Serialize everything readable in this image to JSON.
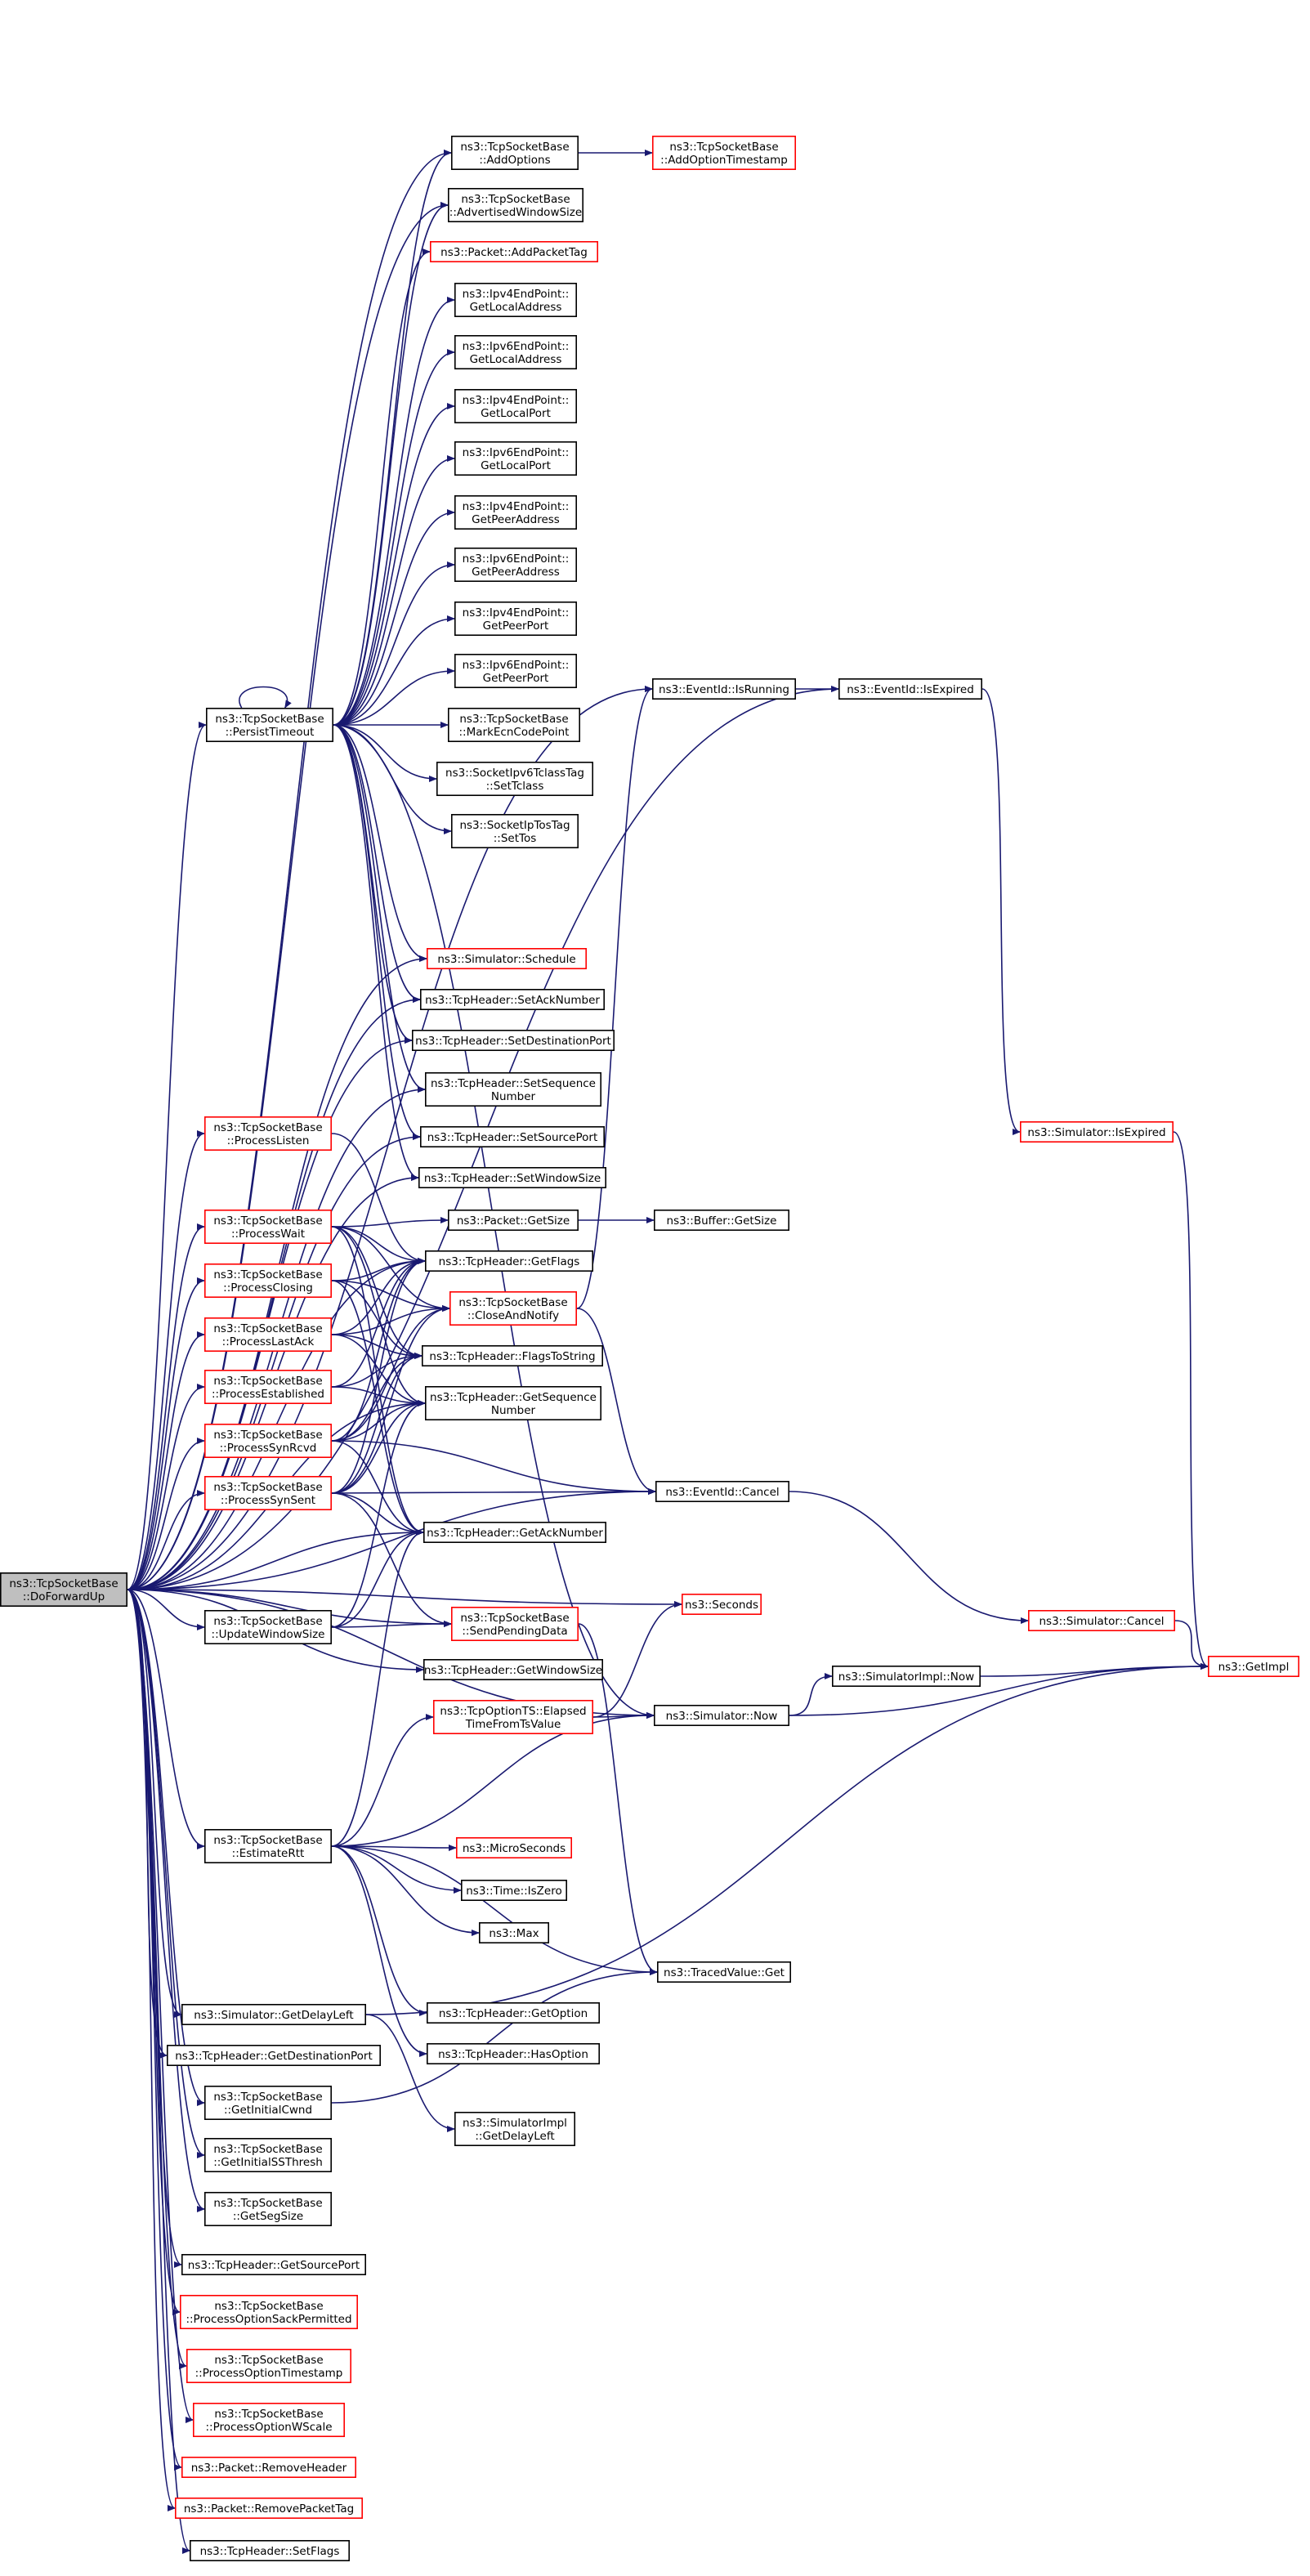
{
  "diagram": {
    "title": "",
    "nodes": [
      {
        "id": "root",
        "lines": [
          "ns3::TcpSocketBase",
          "::DoForwardUp"
        ],
        "style": "root"
      },
      {
        "id": "addOptions",
        "lines": [
          "ns3::TcpSocketBase",
          "::AddOptions"
        ],
        "style": "black"
      },
      {
        "id": "addOptionTimestamp",
        "lines": [
          "ns3::TcpSocketBase",
          "::AddOptionTimestamp"
        ],
        "style": "red"
      },
      {
        "id": "advertisedWindowSize",
        "lines": [
          "ns3::TcpSocketBase",
          "::AdvertisedWindowSize"
        ],
        "style": "black"
      },
      {
        "id": "addPacketTag",
        "lines": [
          "ns3::Packet::AddPacketTag"
        ],
        "style": "red"
      },
      {
        "id": "ipv4LocalAddr",
        "lines": [
          "ns3::Ipv4EndPoint::",
          "GetLocalAddress"
        ],
        "style": "black"
      },
      {
        "id": "ipv6LocalAddr",
        "lines": [
          "ns3::Ipv6EndPoint::",
          "GetLocalAddress"
        ],
        "style": "black"
      },
      {
        "id": "ipv4LocalPort",
        "lines": [
          "ns3::Ipv4EndPoint::",
          "GetLocalPort"
        ],
        "style": "black"
      },
      {
        "id": "ipv6LocalPort",
        "lines": [
          "ns3::Ipv6EndPoint::",
          "GetLocalPort"
        ],
        "style": "black"
      },
      {
        "id": "ipv4PeerAddr",
        "lines": [
          "ns3::Ipv4EndPoint::",
          "GetPeerAddress"
        ],
        "style": "black"
      },
      {
        "id": "ipv6PeerAddr",
        "lines": [
          "ns3::Ipv6EndPoint::",
          "GetPeerAddress"
        ],
        "style": "black"
      },
      {
        "id": "ipv4PeerPort",
        "lines": [
          "ns3::Ipv4EndPoint::",
          "GetPeerPort"
        ],
        "style": "black"
      },
      {
        "id": "ipv6PeerPort",
        "lines": [
          "ns3::Ipv6EndPoint::",
          "GetPeerPort"
        ],
        "style": "black"
      },
      {
        "id": "markEcn",
        "lines": [
          "ns3::TcpSocketBase",
          "::MarkEcnCodePoint"
        ],
        "style": "black"
      },
      {
        "id": "setTclass",
        "lines": [
          "ns3::SocketIpv6TclassTag",
          "::SetTclass"
        ],
        "style": "black"
      },
      {
        "id": "setTos",
        "lines": [
          "ns3::SocketIpTosTag",
          "::SetTos"
        ],
        "style": "black"
      },
      {
        "id": "persistTimeout",
        "lines": [
          "ns3::TcpSocketBase",
          "::PersistTimeout"
        ],
        "style": "black"
      },
      {
        "id": "isRunning",
        "lines": [
          "ns3::EventId::IsRunning"
        ],
        "style": "black"
      },
      {
        "id": "isExpiredEvt",
        "lines": [
          "ns3::EventId::IsExpired"
        ],
        "style": "black"
      },
      {
        "id": "schedule",
        "lines": [
          "ns3::Simulator::Schedule"
        ],
        "style": "red"
      },
      {
        "id": "setAckNumber",
        "lines": [
          "ns3::TcpHeader::SetAckNumber"
        ],
        "style": "black"
      },
      {
        "id": "setDestPort",
        "lines": [
          "ns3::TcpHeader::SetDestinationPort"
        ],
        "style": "black"
      },
      {
        "id": "setSeqNumber",
        "lines": [
          "ns3::TcpHeader::SetSequence",
          "Number"
        ],
        "style": "black"
      },
      {
        "id": "setSourcePort",
        "lines": [
          "ns3::TcpHeader::SetSourcePort"
        ],
        "style": "black"
      },
      {
        "id": "setWindowSize",
        "lines": [
          "ns3::TcpHeader::SetWindowSize"
        ],
        "style": "black"
      },
      {
        "id": "simIsExpired",
        "lines": [
          "ns3::Simulator::IsExpired"
        ],
        "style": "red"
      },
      {
        "id": "processListen",
        "lines": [
          "ns3::TcpSocketBase",
          "::ProcessListen"
        ],
        "style": "red"
      },
      {
        "id": "processWait",
        "lines": [
          "ns3::TcpSocketBase",
          "::ProcessWait"
        ],
        "style": "red"
      },
      {
        "id": "processClosing",
        "lines": [
          "ns3::TcpSocketBase",
          "::ProcessClosing"
        ],
        "style": "red"
      },
      {
        "id": "processLastAck",
        "lines": [
          "ns3::TcpSocketBase",
          "::ProcessLastAck"
        ],
        "style": "red"
      },
      {
        "id": "processEstablished",
        "lines": [
          "ns3::TcpSocketBase",
          "::ProcessEstablished"
        ],
        "style": "red"
      },
      {
        "id": "processSynRcvd",
        "lines": [
          "ns3::TcpSocketBase",
          "::ProcessSynRcvd"
        ],
        "style": "red"
      },
      {
        "id": "processSynSent",
        "lines": [
          "ns3::TcpSocketBase",
          "::ProcessSynSent"
        ],
        "style": "red"
      },
      {
        "id": "packetGetSize",
        "lines": [
          "ns3::Packet::GetSize"
        ],
        "style": "black"
      },
      {
        "id": "bufferGetSize",
        "lines": [
          "ns3::Buffer::GetSize"
        ],
        "style": "black"
      },
      {
        "id": "getFlags",
        "lines": [
          "ns3::TcpHeader::GetFlags"
        ],
        "style": "black"
      },
      {
        "id": "closeAndNotify",
        "lines": [
          "ns3::TcpSocketBase",
          "::CloseAndNotify"
        ],
        "style": "red"
      },
      {
        "id": "flagsToString",
        "lines": [
          "ns3::TcpHeader::FlagsToString"
        ],
        "style": "black"
      },
      {
        "id": "getSeqNumber",
        "lines": [
          "ns3::TcpHeader::GetSequence",
          "Number"
        ],
        "style": "black"
      },
      {
        "id": "eventCancel",
        "lines": [
          "ns3::EventId::Cancel"
        ],
        "style": "black"
      },
      {
        "id": "getAckNumber",
        "lines": [
          "ns3::TcpHeader::GetAckNumber"
        ],
        "style": "black"
      },
      {
        "id": "updateWindowSize",
        "lines": [
          "ns3::TcpSocketBase",
          "::UpdateWindowSize"
        ],
        "style": "black"
      },
      {
        "id": "seconds",
        "lines": [
          "ns3::Seconds"
        ],
        "style": "red"
      },
      {
        "id": "simCancel",
        "lines": [
          "ns3::Simulator::Cancel"
        ],
        "style": "red"
      },
      {
        "id": "sendPendingData",
        "lines": [
          "ns3::TcpSocketBase",
          "::SendPendingData"
        ],
        "style": "red"
      },
      {
        "id": "simImplNow",
        "lines": [
          "ns3::SimulatorImpl::Now"
        ],
        "style": "black"
      },
      {
        "id": "getImpl",
        "lines": [
          "ns3::GetImpl"
        ],
        "style": "red"
      },
      {
        "id": "getWindowSize",
        "lines": [
          "ns3::TcpHeader::GetWindowSize"
        ],
        "style": "black"
      },
      {
        "id": "elapsedTime",
        "lines": [
          "ns3::TcpOptionTS::Elapsed",
          "TimeFromTsValue"
        ],
        "style": "red"
      },
      {
        "id": "simNow",
        "lines": [
          "ns3::Simulator::Now"
        ],
        "style": "black"
      },
      {
        "id": "estimateRtt",
        "lines": [
          "ns3::TcpSocketBase",
          "::EstimateRtt"
        ],
        "style": "black"
      },
      {
        "id": "microSeconds",
        "lines": [
          "ns3::MicroSeconds"
        ],
        "style": "red"
      },
      {
        "id": "timeIsZero",
        "lines": [
          "ns3::Time::IsZero"
        ],
        "style": "black"
      },
      {
        "id": "max",
        "lines": [
          "ns3::Max"
        ],
        "style": "black"
      },
      {
        "id": "tracedGet",
        "lines": [
          "ns3::TracedValue::Get"
        ],
        "style": "black"
      },
      {
        "id": "getOption",
        "lines": [
          "ns3::TcpHeader::GetOption"
        ],
        "style": "black"
      },
      {
        "id": "hasOption",
        "lines": [
          "ns3::TcpHeader::HasOption"
        ],
        "style": "black"
      },
      {
        "id": "getDelayLeft",
        "lines": [
          "ns3::Simulator::GetDelayLeft"
        ],
        "style": "black"
      },
      {
        "id": "getDestPort",
        "lines": [
          "ns3::TcpHeader::GetDestinationPort"
        ],
        "style": "black"
      },
      {
        "id": "simImplGetDelayLeft",
        "lines": [
          "ns3::SimulatorImpl",
          "::GetDelayLeft"
        ],
        "style": "black"
      },
      {
        "id": "getInitialCwnd",
        "lines": [
          "ns3::TcpSocketBase",
          "::GetInitialCwnd"
        ],
        "style": "black"
      },
      {
        "id": "getInitialSSThresh",
        "lines": [
          "ns3::TcpSocketBase",
          "::GetInitialSSThresh"
        ],
        "style": "black"
      },
      {
        "id": "getSegSize",
        "lines": [
          "ns3::TcpSocketBase",
          "::GetSegSize"
        ],
        "style": "black"
      },
      {
        "id": "getSourcePort",
        "lines": [
          "ns3::TcpHeader::GetSourcePort"
        ],
        "style": "black"
      },
      {
        "id": "procSackPermitted",
        "lines": [
          "ns3::TcpSocketBase",
          "::ProcessOptionSackPermitted"
        ],
        "style": "red"
      },
      {
        "id": "procTimestamp",
        "lines": [
          "ns3::TcpSocketBase",
          "::ProcessOptionTimestamp"
        ],
        "style": "red"
      },
      {
        "id": "procWScale",
        "lines": [
          "ns3::TcpSocketBase",
          "::ProcessOptionWScale"
        ],
        "style": "red"
      },
      {
        "id": "removeHeader",
        "lines": [
          "ns3::Packet::RemoveHeader"
        ],
        "style": "red"
      },
      {
        "id": "removePacketTag",
        "lines": [
          "ns3::Packet::RemovePacketTag"
        ],
        "style": "red"
      },
      {
        "id": "setFlags",
        "lines": [
          "ns3::TcpHeader::SetFlags"
        ],
        "style": "black"
      }
    ],
    "edges": [
      [
        "root",
        "addOptions"
      ],
      [
        "root",
        "isExpiredEvt"
      ],
      [
        "root",
        "isRunning"
      ],
      [
        "root",
        "persistTimeout"
      ],
      [
        "root",
        "schedule"
      ],
      [
        "root",
        "setAckNumber"
      ],
      [
        "root",
        "setDestPort"
      ],
      [
        "root",
        "setSeqNumber"
      ],
      [
        "root",
        "setSourcePort"
      ],
      [
        "root",
        "setWindowSize"
      ],
      [
        "root",
        "processListen"
      ],
      [
        "root",
        "processWait"
      ],
      [
        "root",
        "processClosing"
      ],
      [
        "root",
        "processLastAck"
      ],
      [
        "root",
        "processEstablished"
      ],
      [
        "root",
        "processSynRcvd"
      ],
      [
        "root",
        "processSynSent"
      ],
      [
        "root",
        "getFlags"
      ],
      [
        "root",
        "eventCancel"
      ],
      [
        "root",
        "getAckNumber"
      ],
      [
        "root",
        "updateWindowSize"
      ],
      [
        "root",
        "sendPendingData"
      ],
      [
        "root",
        "getWindowSize"
      ],
      [
        "root",
        "simNow"
      ],
      [
        "root",
        "estimateRtt"
      ],
      [
        "root",
        "getDelayLeft"
      ],
      [
        "root",
        "getDestPort"
      ],
      [
        "root",
        "getInitialCwnd"
      ],
      [
        "root",
        "getInitialSSThresh"
      ],
      [
        "root",
        "getSegSize"
      ],
      [
        "root",
        "getSourcePort"
      ],
      [
        "root",
        "procSackPermitted"
      ],
      [
        "root",
        "procTimestamp"
      ],
      [
        "root",
        "procWScale"
      ],
      [
        "root",
        "removeHeader"
      ],
      [
        "root",
        "removePacketTag"
      ],
      [
        "root",
        "setFlags"
      ],
      [
        "root",
        "advertisedWindowSize"
      ],
      [
        "root",
        "seconds"
      ],
      [
        "root",
        "getSeqNumber"
      ],
      [
        "addOptions",
        "addOptionTimestamp"
      ],
      [
        "persistTimeout",
        "addOptions"
      ],
      [
        "persistTimeout",
        "advertisedWindowSize"
      ],
      [
        "persistTimeout",
        "addPacketTag"
      ],
      [
        "persistTimeout",
        "ipv4LocalAddr"
      ],
      [
        "persistTimeout",
        "ipv6LocalAddr"
      ],
      [
        "persistTimeout",
        "ipv4LocalPort"
      ],
      [
        "persistTimeout",
        "ipv6LocalPort"
      ],
      [
        "persistTimeout",
        "ipv4PeerAddr"
      ],
      [
        "persistTimeout",
        "ipv6PeerAddr"
      ],
      [
        "persistTimeout",
        "ipv4PeerPort"
      ],
      [
        "persistTimeout",
        "ipv6PeerPort"
      ],
      [
        "persistTimeout",
        "markEcn"
      ],
      [
        "persistTimeout",
        "setTclass"
      ],
      [
        "persistTimeout",
        "setTos"
      ],
      [
        "persistTimeout",
        "schedule"
      ],
      [
        "persistTimeout",
        "setAckNumber"
      ],
      [
        "persistTimeout",
        "setDestPort"
      ],
      [
        "persistTimeout",
        "setSeqNumber"
      ],
      [
        "persistTimeout",
        "setSourcePort"
      ],
      [
        "persistTimeout",
        "setWindowSize"
      ],
      [
        "persistTimeout",
        "persistTimeout"
      ],
      [
        "persistTimeout",
        "simNow"
      ],
      [
        "isRunning",
        "isExpiredEvt"
      ],
      [
        "isExpiredEvt",
        "simIsExpired"
      ],
      [
        "simIsExpired",
        "getImpl"
      ],
      [
        "processListen",
        "getFlags"
      ],
      [
        "processWait",
        "packetGetSize"
      ],
      [
        "processWait",
        "getFlags"
      ],
      [
        "processWait",
        "closeAndNotify"
      ],
      [
        "processWait",
        "flagsToString"
      ],
      [
        "processWait",
        "getSeqNumber"
      ],
      [
        "processWait",
        "getAckNumber"
      ],
      [
        "processClosing",
        "getFlags"
      ],
      [
        "processClosing",
        "closeAndNotify"
      ],
      [
        "processClosing",
        "flagsToString"
      ],
      [
        "processClosing",
        "getAckNumber"
      ],
      [
        "processLastAck",
        "getFlags"
      ],
      [
        "processLastAck",
        "closeAndNotify"
      ],
      [
        "processLastAck",
        "flagsToString"
      ],
      [
        "processLastAck",
        "getSeqNumber"
      ],
      [
        "processEstablished",
        "getFlags"
      ],
      [
        "processEstablished",
        "flagsToString"
      ],
      [
        "processEstablished",
        "getSeqNumber"
      ],
      [
        "processSynRcvd",
        "getFlags"
      ],
      [
        "processSynRcvd",
        "closeAndNotify"
      ],
      [
        "processSynRcvd",
        "flagsToString"
      ],
      [
        "processSynRcvd",
        "getSeqNumber"
      ],
      [
        "processSynRcvd",
        "getAckNumber"
      ],
      [
        "processSynRcvd",
        "eventCancel"
      ],
      [
        "processSynSent",
        "getFlags"
      ],
      [
        "processSynSent",
        "closeAndNotify"
      ],
      [
        "processSynSent",
        "flagsToString"
      ],
      [
        "processSynSent",
        "getSeqNumber"
      ],
      [
        "processSynSent",
        "getAckNumber"
      ],
      [
        "processSynSent",
        "eventCancel"
      ],
      [
        "processSynSent",
        "sendPendingData"
      ],
      [
        "packetGetSize",
        "bufferGetSize"
      ],
      [
        "closeAndNotify",
        "isRunning"
      ],
      [
        "closeAndNotify",
        "eventCancel"
      ],
      [
        "eventCancel",
        "simCancel"
      ],
      [
        "simCancel",
        "getImpl"
      ],
      [
        "updateWindowSize",
        "getSeqNumber"
      ],
      [
        "updateWindowSize",
        "getAckNumber"
      ],
      [
        "updateWindowSize",
        "sendPendingData"
      ],
      [
        "sendPendingData",
        "tracedGet"
      ],
      [
        "simImplNow",
        "getImpl"
      ],
      [
        "simNow",
        "simImplNow"
      ],
      [
        "simNow",
        "getImpl"
      ],
      [
        "elapsedTime",
        "seconds"
      ],
      [
        "elapsedTime",
        "simNow"
      ],
      [
        "estimateRtt",
        "elapsedTime"
      ],
      [
        "estimateRtt",
        "getAckNumber"
      ],
      [
        "estimateRtt",
        "simNow"
      ],
      [
        "estimateRtt",
        "microSeconds"
      ],
      [
        "estimateRtt",
        "timeIsZero"
      ],
      [
        "estimateRtt",
        "max"
      ],
      [
        "estimateRtt",
        "tracedGet"
      ],
      [
        "estimateRtt",
        "getOption"
      ],
      [
        "estimateRtt",
        "hasOption"
      ],
      [
        "getDelayLeft",
        "simImplGetDelayLeft"
      ],
      [
        "getDelayLeft",
        "getImpl"
      ],
      [
        "getInitialCwnd",
        "tracedGet"
      ]
    ]
  }
}
